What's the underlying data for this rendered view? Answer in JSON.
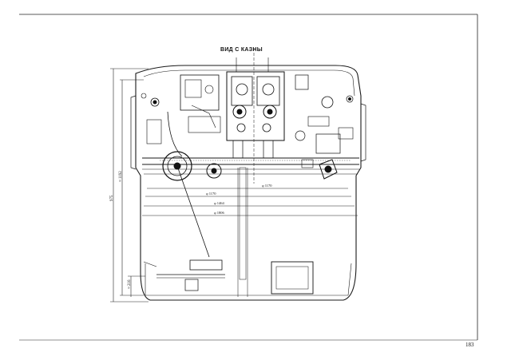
{
  "drawing": {
    "title": "ВИД С КАЗНЫ",
    "page_number": "183",
    "dimensions": {
      "overall_height": "975",
      "inner_height": "≈ 1192",
      "bottom_offset": "≈ 216",
      "dia_1": "φ 1170",
      "dia_2": "φ 1170",
      "dia_3": "φ 1464",
      "dia_4": "φ 1806"
    },
    "colors": {
      "ink": "#1a1a1a",
      "paper": "#ffffff"
    }
  }
}
